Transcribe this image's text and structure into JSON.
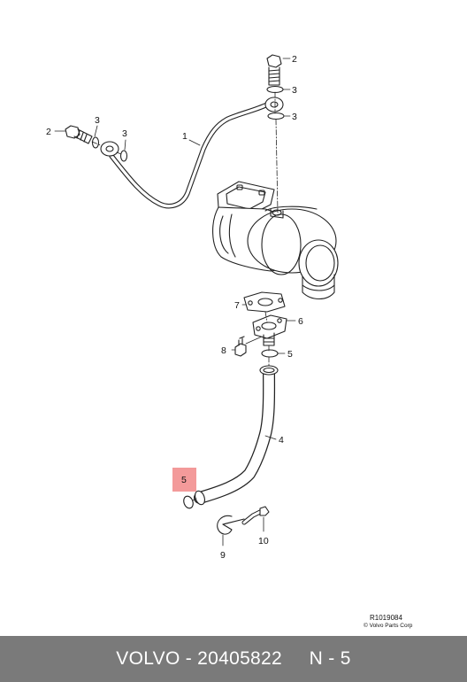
{
  "callouts": {
    "c1": "1",
    "c2a": "2",
    "c2b": "2",
    "c3a": "3",
    "c3b": "3",
    "c3c": "3",
    "c3d": "3",
    "c4": "4",
    "c5a": "5",
    "c5b": "5",
    "c6": "6",
    "c7": "7",
    "c8": "8",
    "c9": "9",
    "c10": "10"
  },
  "reference": {
    "code": "R1019084",
    "copyright": "© Volvo Parts Corp"
  },
  "footer": {
    "text": "VOLVO - 20405822     N - 5"
  },
  "colors": {
    "highlight": "#f39a9a",
    "footer_bg": "#7a7a7a",
    "line": "#222222"
  }
}
